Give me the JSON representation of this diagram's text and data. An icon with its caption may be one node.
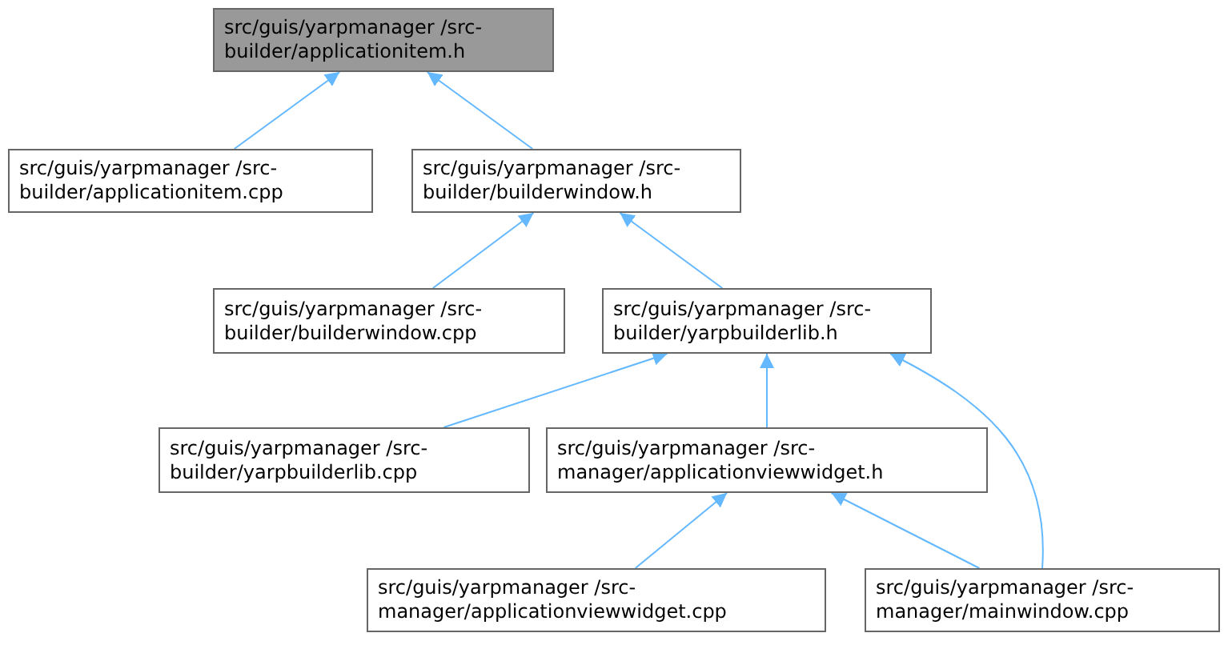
{
  "diagram": {
    "nodes": [
      {
        "text": [
          "src/guis/yarpmanager /src-builder/applicationitem.h"
        ]
      },
      {
        "text": [
          "src/guis/yarpmanager /src-builder/applicationitem.cpp"
        ]
      },
      {
        "text": [
          "src/guis/yarpmanager /src-builder/builderwindow.h"
        ]
      },
      {
        "text": [
          "src/guis/yarpmanager /src-builder/builderwindow.cpp"
        ]
      },
      {
        "text": [
          "src/guis/yarpmanager /src-builder/yarpbuilderlib.h"
        ]
      },
      {
        "text": [
          "src/guis/yarpmanager /src-builder/yarpbuilderlib.cpp"
        ]
      },
      {
        "text": [
          "src/guis/yarpmanager /src-manager/applicationviewwidget.h"
        ]
      },
      {
        "text": [
          "src/guis/yarpmanager /src-manager/applicationviewwidget.cpp"
        ]
      },
      {
        "text": [
          "src/guis/yarpmanager /src-manager/mainwindow.cpp"
        ]
      }
    ],
    "edges": [
      {
        "from": 1,
        "to": 0,
        "arrow": "to"
      },
      {
        "from": 2,
        "to": 0,
        "arrow": "to"
      },
      {
        "from": 3,
        "to": 2,
        "arrow": "to"
      },
      {
        "from": 4,
        "to": 2,
        "arrow": "to"
      },
      {
        "from": 5,
        "to": 4,
        "arrow": "to"
      },
      {
        "from": 6,
        "to": 4,
        "arrow": "to"
      },
      {
        "from": 8,
        "to": 4,
        "arrow": "to"
      },
      {
        "from": 7,
        "to": 6,
        "arrow": "to"
      },
      {
        "from": 8,
        "to": 6,
        "arrow": "to"
      }
    ]
  }
}
